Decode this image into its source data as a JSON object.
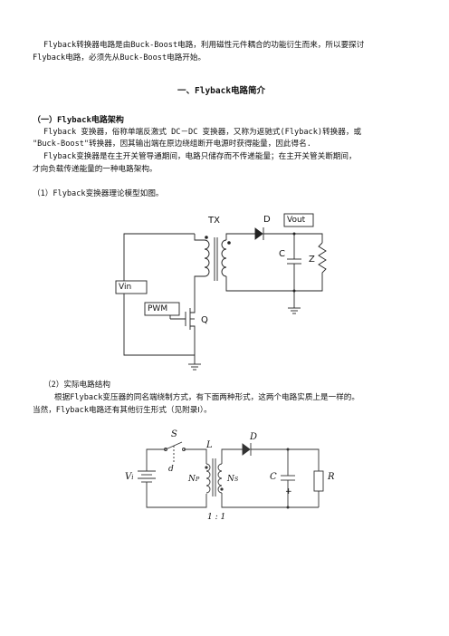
{
  "intro": {
    "line1": "Flyback转换器电路是由Buck-Boost电路，利用磁性元件耦合的功能衍生而来，所以要探讨",
    "line2": "Flyback电路，必须先从Buck-Boost电路开始。"
  },
  "section_title": "一、Flyback电路简介",
  "subsection_title": "（一）Flyback电路架构",
  "para1": {
    "line1": "Flyback 变换器，俗称单端反激式 DC－DC 变换器，又称为返驰式(Flyback)转换器，或",
    "line2": "\"Buck-Boost\"转换器，因其输出端在原边绕组断开电源时获得能量，因此得名."
  },
  "para2": {
    "line1": "Flyback变换器是在主开关管导通期间，电路只储存而不传递能量；在主开关管关断期间，",
    "line2": "才向负载传递能量的一种电路架构。"
  },
  "item1": "（1）Flyback变换器理论模型如图。",
  "figure1": {
    "tx": "TX",
    "d": "D",
    "vout": "Vout",
    "c": "C",
    "z": "Z",
    "vin": "Vin",
    "pwm": "PWM",
    "q": "Q"
  },
  "item2": "（2）实际电路结构",
  "para3": {
    "line1": "根据Flyback变压器的同名端绕制方式，有下面两种形式，这两个电路实质上是一样的。",
    "line2": "当然，Flyback电路还有其他衍生形式（见附录Ⅰ）。"
  },
  "figure2": {
    "s": "S",
    "l": "L",
    "d": "D",
    "vi": "V",
    "vi_sub": "i",
    "dd": "d",
    "np": "N",
    "np_sub": "P",
    "ns": "N",
    "ns_sub": "S",
    "c": "C",
    "r": "R",
    "plus": "+",
    "ratio": "1 : 1"
  }
}
